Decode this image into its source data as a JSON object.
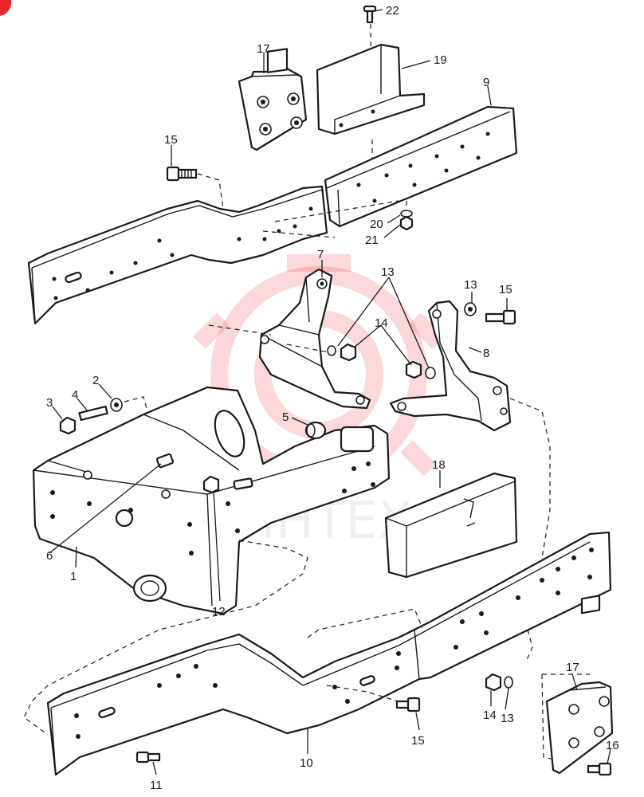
{
  "watermark": {
    "text": "ИНТЕХ",
    "color": "#e8262c"
  },
  "callouts": [
    {
      "id": "c1",
      "label": "1"
    },
    {
      "id": "c2",
      "label": "2"
    },
    {
      "id": "c3",
      "label": "3"
    },
    {
      "id": "c4",
      "label": "4"
    },
    {
      "id": "c5",
      "label": "5"
    },
    {
      "id": "c6",
      "label": "6"
    },
    {
      "id": "c7",
      "label": "7"
    },
    {
      "id": "c8",
      "label": "8"
    },
    {
      "id": "c9",
      "label": "9"
    },
    {
      "id": "c10",
      "label": "10"
    },
    {
      "id": "c11",
      "label": "11"
    },
    {
      "id": "c12",
      "label": "12"
    },
    {
      "id": "c13a",
      "label": "13"
    },
    {
      "id": "c13b",
      "label": "13"
    },
    {
      "id": "c13c",
      "label": "13"
    },
    {
      "id": "c14a",
      "label": "14"
    },
    {
      "id": "c14b",
      "label": "14"
    },
    {
      "id": "c15a",
      "label": "15"
    },
    {
      "id": "c15b",
      "label": "15"
    },
    {
      "id": "c15c",
      "label": "15"
    },
    {
      "id": "c16",
      "label": "16"
    },
    {
      "id": "c17a",
      "label": "17"
    },
    {
      "id": "c17b",
      "label": "17"
    },
    {
      "id": "c18",
      "label": "18"
    },
    {
      "id": "c19",
      "label": "19"
    },
    {
      "id": "c20",
      "label": "20"
    },
    {
      "id": "c21",
      "label": "21"
    },
    {
      "id": "c22",
      "label": "22"
    }
  ]
}
